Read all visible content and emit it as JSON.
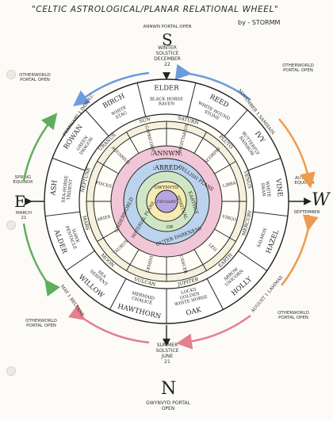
{
  "title": "\"CELTIC ASTROLOGICAL/PLANAR RELATIONAL WHEEL\"",
  "author": "by - STORMM",
  "directions": {
    "north": {
      "letter": "S",
      "top_note": "ANNWN PORTAL OPEN",
      "solstice": "WINTER\nSOLSTICE\nDECEMBER\n22"
    },
    "south": {
      "letter": "N",
      "bottom_note": "GWYNVYD PORTAL\nOPEN",
      "solstice": "SUMMER\nSOLSTICE\nJUNE\n21"
    },
    "east": {
      "letter": "E",
      "equinox": "SPRING\nEQUINOX",
      "date": "MARCH\n21"
    },
    "west": {
      "letter": "W",
      "equinox": "AUTUMN\nEQUINOX",
      "date": "SEPTEMBER\n22"
    }
  },
  "corner_notes": {
    "ne": "OTHERWORLD\nPORTAL OPEN",
    "nw": "OTHERWORLD\nPORTAL OPEN",
    "se": "OTHERWORLD\nPORTAL OPEN",
    "sw": "OTHERWORLD\nPORTAL OPEN"
  },
  "festivals": {
    "imbolc": "FEBRUARY 1\nIMBOLC",
    "samhain": "NOVEMBER 1\nSAMHAIN",
    "lammas": "AUGUST 1\nLAMMAS",
    "beltane": "MAY 1\nBELTANE"
  },
  "trees": [
    {
      "name": "ELDER",
      "sub": "BLACK HORSE\nRAVEN"
    },
    {
      "name": "REED",
      "sub": "WHITE HOUND\nSTONE"
    },
    {
      "name": "IVY",
      "sub": "BUTTERFLY\nRAINBOW"
    },
    {
      "name": "VINE",
      "sub": "WHITE\nSWAN"
    },
    {
      "name": "HAZEL",
      "sub": "SALMON"
    },
    {
      "name": "HOLLY",
      "sub": "UNICORN\nARROW"
    },
    {
      "name": "OAK",
      "sub": "WHITE HORSE\nGOLDEN\nLOCKS"
    },
    {
      "name": "HAWTHORN",
      "sub": "CHALICE\nMERMAID"
    },
    {
      "name": "WILLOW",
      "sub": "SERPENT\nSEA"
    },
    {
      "name": "ALDER",
      "sub": "PENTACLE\nHAWK"
    },
    {
      "name": "ASH",
      "sub": "SEA-HORSE\nTRIDENT"
    },
    {
      "name": "ROWAN",
      "sub": "GREEN\nDRAGON"
    },
    {
      "name": "BIRCH",
      "sub": "WHITE\nSTAG"
    }
  ],
  "planets": [
    "SATURN",
    "PLUTO",
    "VENUS",
    "MERCURY",
    "EARTH",
    "JUPITER",
    "VULCAN",
    "MOON",
    "MARS",
    "NEPTUNE",
    "URANUS",
    "SUN"
  ],
  "zodiac": [
    "SAGITTARIUS",
    "SCORPIO",
    "LIBRA",
    "VIRGO",
    "LEO",
    "CANCER",
    "GEMINI",
    "TAURUS",
    "ARIES",
    "PISCES",
    "AQUARIUS",
    "CAPRICORN"
  ],
  "planes": {
    "annwn": ":ANNWN:",
    "abred": ":ABRED:",
    "hellish": "HELLISH PLANE",
    "earthly": "EARTHLY",
    "outer": "OUTER DARKNESS",
    "underworld": "UNDERWORLD",
    "material": "MATERIAL PLANE",
    "spiritual": "SPIRITUAL",
    "or": "OR",
    "gwynvyd": "GWYNVYD",
    "ceugant": "CEUGANT"
  },
  "colors": {
    "ink": "#222222",
    "ring_pink": "#f1c6d6",
    "ring_blue": "#bcd3ee",
    "ring_green": "#cfe6c4",
    "ring_yellow": "#f5ebb3",
    "center_violet": "#b7a6de",
    "band_gold": "#e9d98b",
    "arrow_blue": "#6d9be0",
    "arrow_red": "#e47f8e",
    "arrow_orange": "#ee9a4d",
    "arrow_green": "#5fae5f"
  }
}
